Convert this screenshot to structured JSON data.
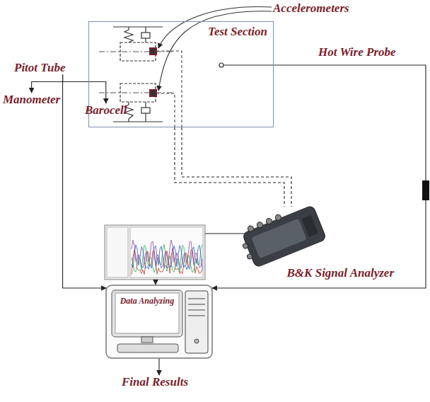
{
  "diagram": {
    "nodes": [
      {
        "text": [
          "Test Section"
        ]
      },
      {
        "text": [
          "Pitot Tube"
        ]
      },
      {
        "text": [
          "Manometer"
        ]
      },
      {
        "text": [
          "Barocell"
        ]
      },
      {
        "text": [
          "B&K Signal Analyzer"
        ]
      },
      {
        "text": [
          "Data Analyzing"
        ]
      },
      {
        "text": [
          "Final Results"
        ]
      }
    ],
    "edges": [
      {
        "from": 1,
        "to": 2,
        "arrow": "to"
      },
      {
        "from": 1,
        "to": 3,
        "arrow": "to"
      },
      {
        "from": 1,
        "to": 5,
        "arrow": "to"
      },
      {
        "from": 0,
        "to": 5,
        "arrow": "to"
      },
      {
        "from": 0,
        "to": 4,
        "arrow": "none"
      },
      {
        "from": 0,
        "to": 4,
        "arrow": "none"
      },
      {
        "from": 5,
        "to": 6,
        "arrow": "to"
      }
    ],
    "labels": [
      "Accelerometers",
      "Hot Wire Probe"
    ]
  }
}
